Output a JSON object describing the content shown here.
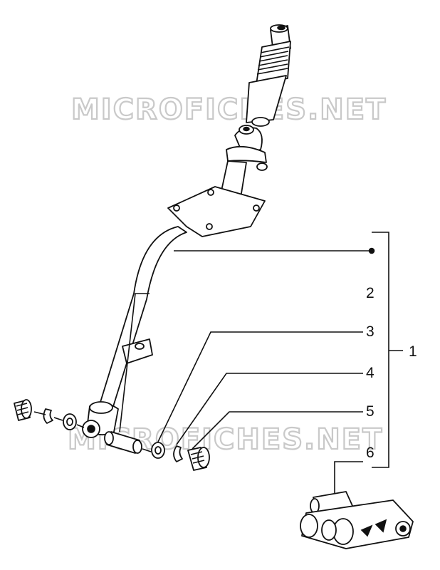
{
  "watermark": "MICROFICHES.NET",
  "callouts": [
    "1",
    "2",
    "3",
    "4",
    "5",
    "6"
  ],
  "icons": [
    "gear-shift-tube-icon",
    "spacer-icon",
    "circlip-icon",
    "washer-icon",
    "bush-icon",
    "gear-selector-icon"
  ]
}
